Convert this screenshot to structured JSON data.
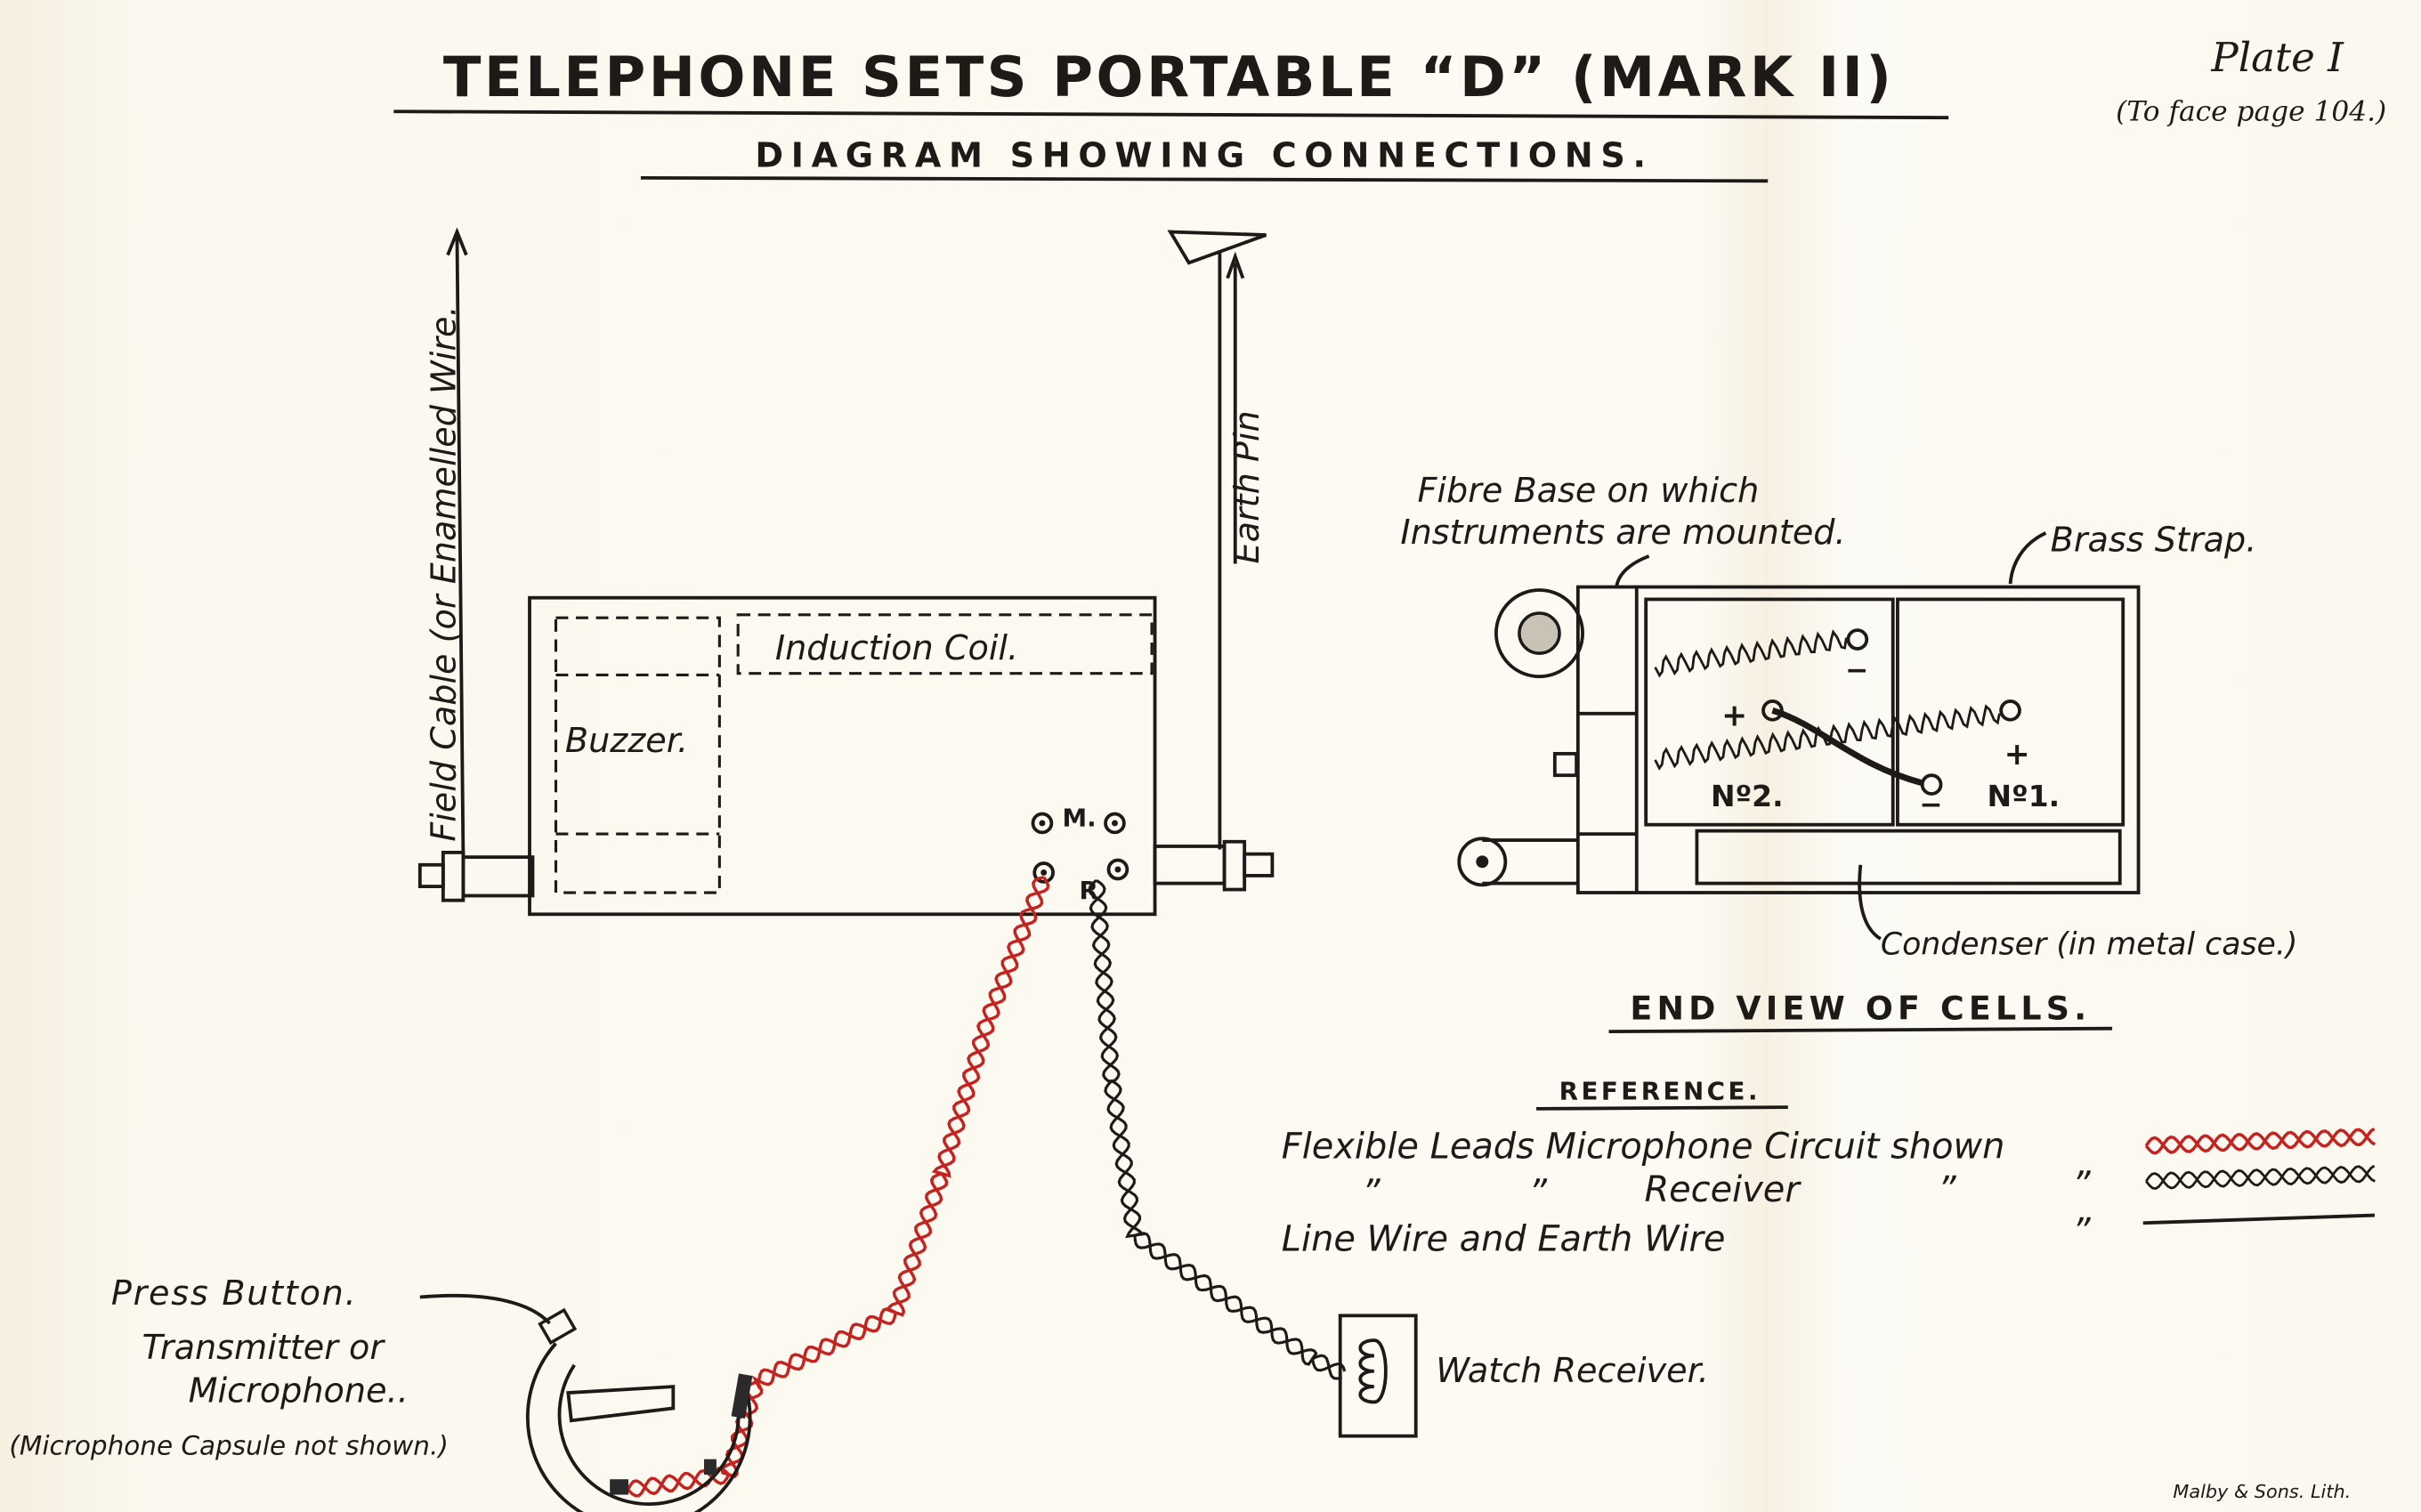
{
  "title": "TELEPHONE SETS PORTABLE “D” (MARK II)",
  "subtitle": "DIAGRAM SHOWING CONNECTIONS.",
  "plate": "Plate I",
  "plate_note": "(To face page 104.)",
  "labels": {
    "field_cable": "Field Cable (or Enamelled Wire.",
    "earth_pin": "Earth Pin",
    "buzzer": "Buzzer.",
    "induction_coil": "Induction Coil.",
    "terminal_m": "M.",
    "terminal_r": "R",
    "press_button": "Press Button.",
    "transmitter_1": "Transmitter or",
    "transmitter_2": "Microphone..",
    "capsule_note": "(Microphone Capsule not shown.)",
    "watch_receiver": "Watch Receiver.",
    "fibre_base_1": "Fibre Base on which",
    "fibre_base_2": "Instruments are mounted.",
    "brass_strap": "Brass Strap.",
    "cell_2": "Nº2.",
    "cell_1": "Nº1.",
    "plus": "+",
    "minus": "−",
    "condenser": "Condenser (in metal case.)",
    "end_view": "END VIEW OF CELLS."
  },
  "reference": {
    "heading": "REFERENCE.",
    "rows": [
      {
        "label": "Flexible Leads Microphone Circuit shown",
        "style": "red-twisted"
      },
      {
        "ditto1": "”",
        "ditto2": "”",
        "label": "Receiver",
        "ditto3": "”",
        "ditto4": "”",
        "style": "black-twisted"
      },
      {
        "label": "Line Wire and Earth Wire",
        "ditto": "”",
        "style": "plain"
      }
    ]
  },
  "imprint": "Malby & Sons. Lith.",
  "colors": {
    "ink": "#1d1a17",
    "red_lead": "#c4231f",
    "paper": "#fbf8ef"
  }
}
